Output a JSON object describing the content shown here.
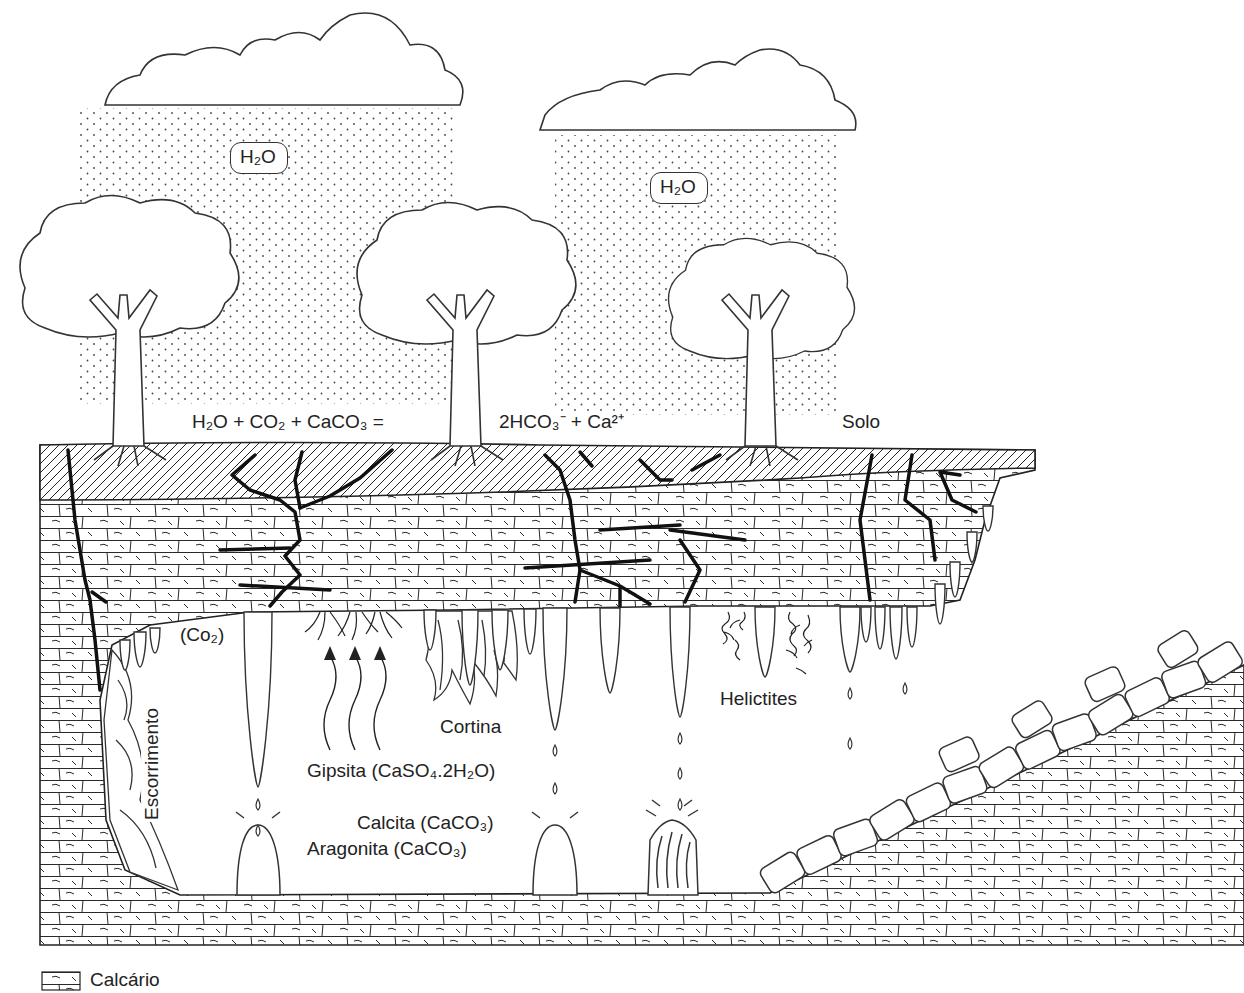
{
  "diagram": {
    "nodes": [
      {
        "text": [
          "H₂O"
        ]
      },
      {
        "text": [
          "H₂O"
        ]
      }
    ],
    "labels": [
      "H₂O + CO₂ + CaCO₃ =",
      "2HCO₃⁻ + Ca²⁺",
      "Solo",
      "(Co₂)",
      "Cortina",
      "Helictites",
      "Gipsita (CaSO₄.2H₂O)",
      "Calcita (CaCO₃)",
      "Aragonita (CaCO₃)",
      "Escorrimento"
    ],
    "legend": [
      {
        "text": "Calcário"
      }
    ]
  }
}
